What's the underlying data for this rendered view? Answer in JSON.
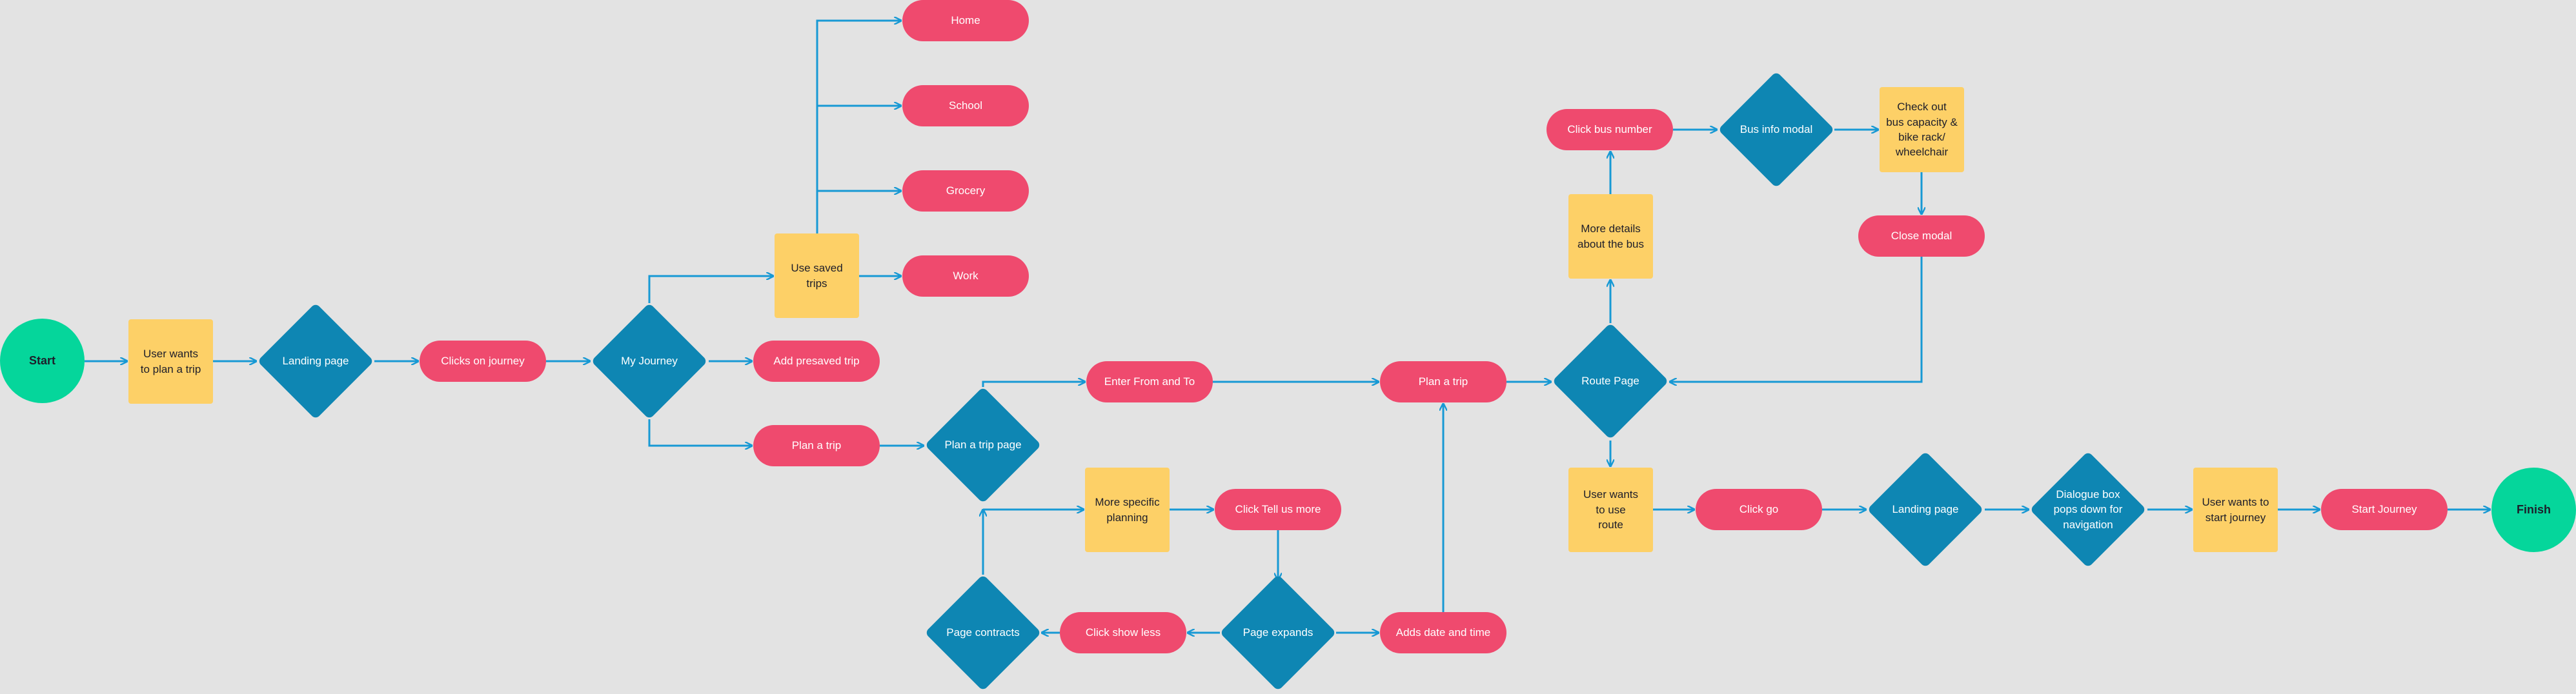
{
  "colors": {
    "background": "#e3e3e3",
    "terminal": "#05d69b",
    "action": "#ef4a6e",
    "decision": "#0e86b3",
    "note": "#fdd067",
    "connector": "#1799d4"
  },
  "nodes": {
    "start": "Start",
    "user_wants_plan": "User wants\nto plan a trip",
    "landing_page_1": "Landing page",
    "clicks_on_journey": "Clicks on journey",
    "my_journey": "My Journey",
    "use_saved_trips": "Use saved\ntrips",
    "home": "Home",
    "school": "School",
    "grocery": "Grocery",
    "work": "Work",
    "add_presaved_trip": "Add presaved trip",
    "plan_a_trip_1": "Plan a trip",
    "plan_a_trip_page": "Plan a trip page",
    "enter_from_to": "Enter From and To",
    "more_specific_planning": "More specific\nplanning",
    "click_tell_us_more": "Click Tell us more",
    "page_expands": "Page expands",
    "click_show_less": "Click show less",
    "page_contracts": "Page contracts",
    "adds_date_time": "Adds date and time",
    "plan_a_trip_2": "Plan a trip",
    "route_page": "Route Page",
    "more_details_bus": "More details\nabout the bus",
    "click_bus_number": "Click bus number",
    "bus_info_modal": "Bus info modal",
    "check_out_bus": "Check out\nbus capacity &\nbike rack/\nwheelchair",
    "close_modal": "Close modal",
    "user_wants_route": "User wants\nto use\nroute",
    "click_go": "Click go",
    "landing_page_2": "Landing page",
    "dialogue_box": "Dialogue box\npops down for\nnavigation",
    "user_wants_start": "User wants to\nstart journey",
    "start_journey": "Start Journey",
    "finish": "Finish"
  }
}
